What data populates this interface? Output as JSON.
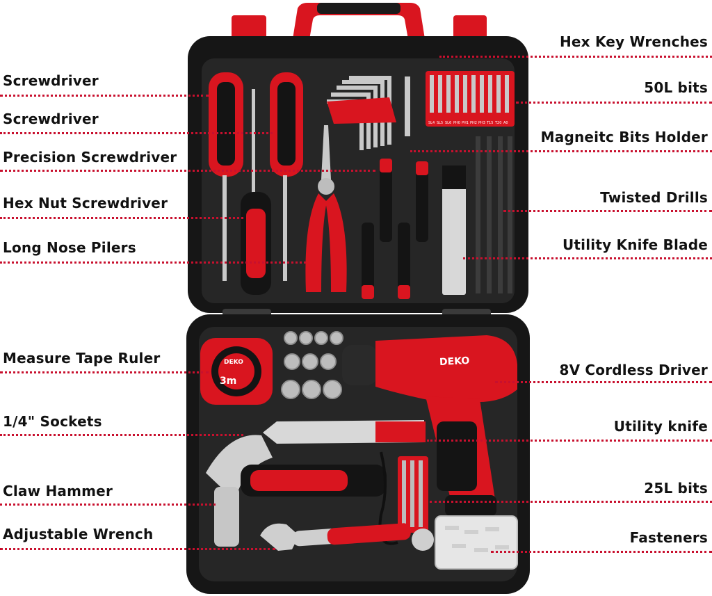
{
  "brand": "DEKO",
  "tape_marking": "3m",
  "colors": {
    "case": "#161616",
    "tray": "#262626",
    "accent": "#d9151f",
    "leader": "#c8102e",
    "metal": "#c9c9c9"
  },
  "callouts_left": [
    {
      "label": "Screwdriver"
    },
    {
      "label": "Screwdriver"
    },
    {
      "label": "Precision Screwdriver"
    },
    {
      "label": "Hex Nut Screwdriver"
    },
    {
      "label": "Long Nose Pilers"
    },
    {
      "label": "Measure Tape Ruler"
    },
    {
      "label": "1/4\" Sockets"
    },
    {
      "label": "Claw Hammer"
    },
    {
      "label": "Adjustable Wrench"
    }
  ],
  "callouts_right": [
    {
      "label": "Hex Key Wrenches"
    },
    {
      "label": "50L bits"
    },
    {
      "label": "Magneitc Bits Holder"
    },
    {
      "label": "Twisted Drills"
    },
    {
      "label": "Utility Knife Blade"
    },
    {
      "label": "8V Cordless Driver"
    },
    {
      "label": "Utility knife"
    },
    {
      "label": "25L bits"
    },
    {
      "label": "Fasteners"
    }
  ],
  "bit_markings": [
    "SL4",
    "SL5",
    "SL6",
    "PH0",
    "PH1",
    "PH2",
    "PH3",
    "T15",
    "T20",
    "A0"
  ]
}
